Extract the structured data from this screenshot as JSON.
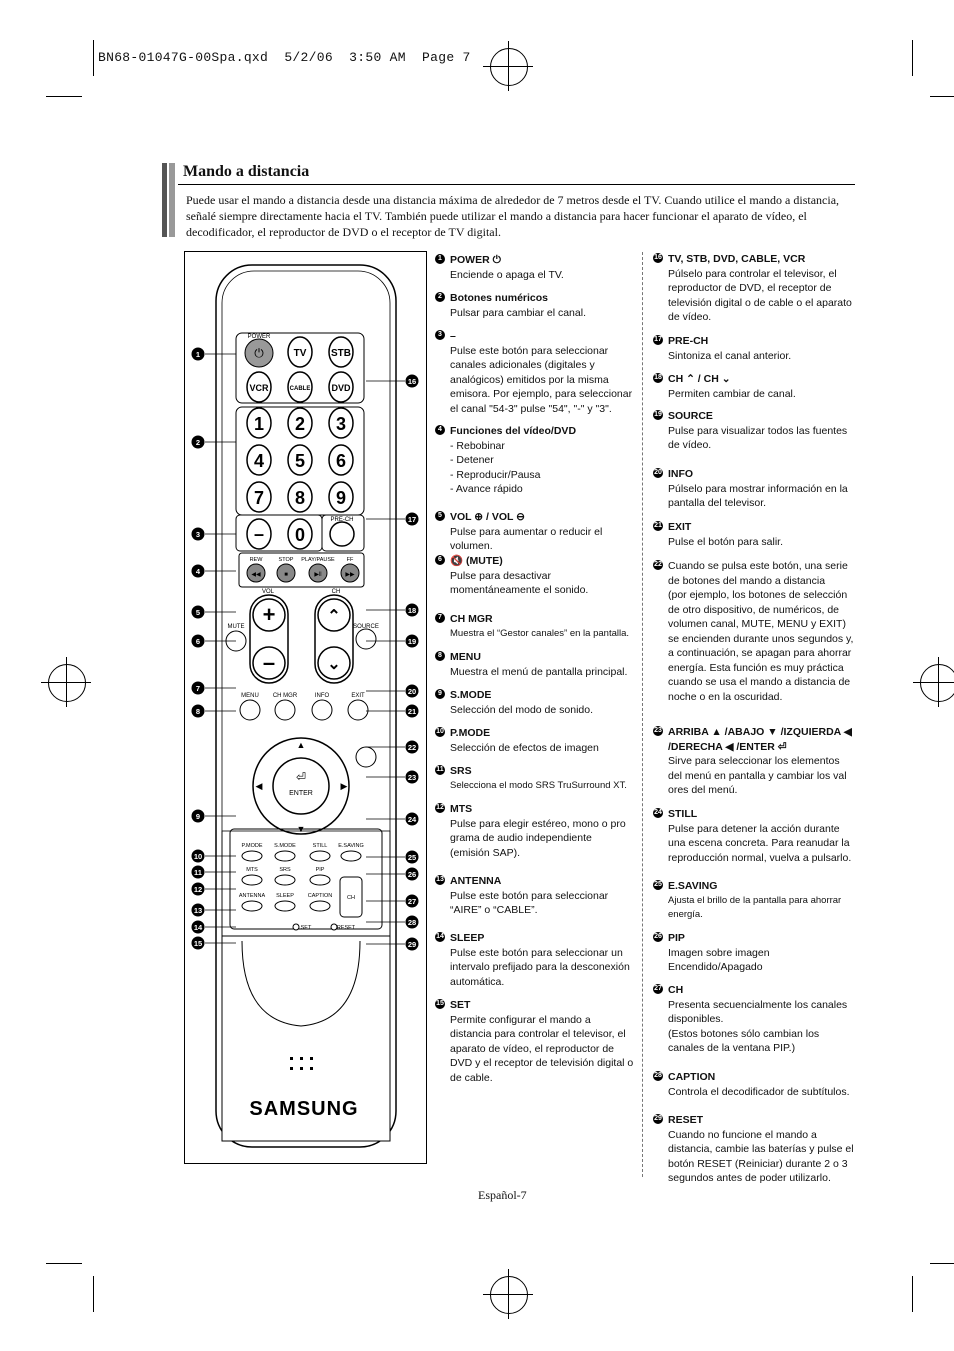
{
  "file_header": "BN68-01047G-00Spa.qxd  5/2/06  3:50 AM  Page 7",
  "section_title": "Mando a distancia",
  "intro": "Puede usar el mando a distancia desde una distancia máxima de alrededor de 7 metros desde el TV. Cuando utilice el mando a distancia, señalé siempre directamente hacia el TV. También puede utilizar el mando a distancia para hacer funcionar el aparato de vídeo, el decodificador, el reproductor de DVD o el receptor de TV digital.",
  "remote": {
    "brand": "SAMSUNG",
    "labels": {
      "power": "POWER",
      "tv": "TV",
      "stb": "STB",
      "vcr": "VCR",
      "cable": "CABLE",
      "dvd": "DVD",
      "digits": [
        "1",
        "2",
        "3",
        "4",
        "5",
        "6",
        "7",
        "8",
        "9"
      ],
      "zero": "0",
      "dash": "–",
      "prech": "PRE-CH",
      "rew": "REW",
      "stop": "STOP",
      "playpause": "PLAY/PAUSE",
      "ff": "FF",
      "vol": "VOL",
      "ch": "CH",
      "mute": "MUTE",
      "source": "SOURCE",
      "menu": "MENU",
      "chmgr": "CH MGR",
      "info": "INFO",
      "exit": "EXIT",
      "enter": "ENTER",
      "pmode": "P.MODE",
      "smode": "S.MODE",
      "still": "STILL",
      "esaving": "E.SAVING",
      "mts": "MTS",
      "srs": "SRS",
      "pip": "PIP",
      "antenna": "ANTENNA",
      "sleep": "SLEEP",
      "caption": "CAPTION",
      "set": "SET",
      "reset": "RESET"
    },
    "callouts_left": [
      "1",
      "2",
      "3",
      "4",
      "5",
      "6",
      "7",
      "8",
      "9",
      "10",
      "11",
      "12",
      "13",
      "14",
      "15"
    ],
    "callouts_right": [
      "16",
      "17",
      "18",
      "19",
      "20",
      "21",
      "22",
      "23",
      "24",
      "25",
      "26",
      "27",
      "28",
      "29"
    ]
  },
  "left_items": [
    {
      "n": "1",
      "head": "POWER ⏻",
      "body": [
        "Enciende o apaga el TV."
      ]
    },
    {
      "n": "2",
      "head": "Botones numéricos",
      "body": [
        "Pulsar para cambiar el canal."
      ]
    },
    {
      "n": "3",
      "head": "–",
      "body": [
        "Pulse este botón para seleccionar",
        "canales adicionales (digitales y",
        "analógicos) emitidos por la misma",
        "emisora. Por ejemplo, para seleccionar",
        "el canal \"54-3\" pulse \"54\", \"-\" y \"3\"."
      ]
    },
    {
      "n": "4",
      "head": "Funciones del vídeo/DVD",
      "body": [
        "- Rebobinar",
        "- Detener",
        "- Reproducir/Pausa",
        "- Avance rápido"
      ]
    },
    {
      "n": "5",
      "head": "VOL ⊕ / VOL ⊖",
      "body": [
        "Pulse para aumentar o reducir el",
        "volumen."
      ]
    },
    {
      "n": "6",
      "head": "🔇 (MUTE)",
      "body": [
        "Pulse para desactivar",
        "momentáneamente el sonido."
      ]
    },
    {
      "n": "7",
      "head": "CH MGR",
      "body": [
        "Muestra el “Gestor canales” en la pantalla."
      ],
      "small": true
    },
    {
      "n": "8",
      "head": "MENU",
      "body": [
        "Muestra el menú de pantalla principal."
      ]
    },
    {
      "n": "9",
      "head": "S.MODE",
      "body": [
        "Selección del modo de sonido."
      ]
    },
    {
      "n": "10",
      "head": "P.MODE",
      "body": [
        "Selección de efectos de imagen"
      ]
    },
    {
      "n": "11",
      "head": "SRS",
      "body": [
        "Selecciona el modo SRS TruSurround XT."
      ],
      "small": true
    },
    {
      "n": "12",
      "head": "MTS",
      "body": [
        "Pulse para elegir estéreo, mono o pro",
        "grama de audio independiente",
        "(emisión SAP)."
      ]
    },
    {
      "n": "13",
      "head": "ANTENNA",
      "body": [
        "Pulse este botón para seleccionar",
        "“AIRE” o “CABLE”."
      ]
    },
    {
      "n": "14",
      "head": "SLEEP",
      "body": [
        "Pulse este botón para seleccionar un",
        "intervalo prefijado para la desconexión",
        "automática."
      ]
    },
    {
      "n": "15",
      "head": "SET",
      "body": [
        " Permite configurar el mando a",
        "distancia para controlar el televisor, el",
        "aparato de vídeo, el reproductor de",
        "DVD y el receptor de televisión digital o",
        " de cable."
      ]
    }
  ],
  "right_items": [
    {
      "n": "16",
      "head": "TV, STB, DVD, CABLE, VCR",
      "body": [
        "Púlselo para controlar el televisor, el",
        "reproductor de DVD, el receptor de",
        "televisión digital o de cable o el aparato",
        "de vídeo."
      ]
    },
    {
      "n": "17",
      "head": "PRE-CH",
      "body": [
        "Sintoniza el canal anterior."
      ]
    },
    {
      "n": "18",
      "head": "CH ⌃ / CH ⌄",
      "body": [
        "Permiten cambiar de canal."
      ]
    },
    {
      "n": "19",
      "head": "SOURCE",
      "body": [
        "Pulse para visualizar todos las fuentes",
        "de vídeo."
      ]
    },
    {
      "n": "20",
      "head": "INFO",
      "body": [
        "Púlselo para mostrar información en la",
        "pantalla del televisor."
      ]
    },
    {
      "n": "21",
      "head": "EXIT",
      "body": [
        "Pulse el botón para salir."
      ]
    },
    {
      "n": "22",
      "head": "",
      "body": [
        "Cuando se pulsa este botón, una serie",
        "de botones del mando a distancia",
        "(por ejemplo, los botones de selección",
        "de otro dispositivo, de numéricos, de",
        "volumen canal, MUTE, MENU y  EXIT)",
        "se encienden durante unos segundos y,",
        "a continuación, se apagan para ahorrar",
        "energía. Esta función es muy práctica",
        "cuando se usa el mando a distancia de",
        "noche o en la oscuridad."
      ]
    },
    {
      "n": "23",
      "head": "ARRIBA ▲ /ABAJO ▼ /IZQUIERDA ◀",
      "body": [
        "/DERECHA ◀ /ENTER ⏎"
      ],
      "bodybold": true,
      "extra": [
        "Sirve para seleccionar los elementos",
        "del menú en pantalla y cambiar los val",
        "ores del menú."
      ]
    },
    {
      "n": "24",
      "head": "STILL",
      "body": [
        "Pulse para detener la acción durante",
        "una escena concreta. Para reanudar la",
        "reproducción normal, vuelva a pulsarlo."
      ]
    },
    {
      "n": "25",
      "head": "E.SAVING",
      "body": [
        "Ajusta el brillo de la pantalla para ahorrar",
        "energía."
      ],
      "small": true
    },
    {
      "n": "26",
      "head": "PIP",
      "body": [
        "Imagen sobre imagen",
        "Encendido/Apagado"
      ]
    },
    {
      "n": "27",
      "head": "CH",
      "body": [
        "Presenta secuencialmente los canales",
        "disponibles.",
        "(Estos botones sólo cambian los",
        "canales de la ventana PIP.)"
      ]
    },
    {
      "n": "28",
      "head": "CAPTION",
      "body": [
        "Controla el decodificador de subtítulos."
      ]
    },
    {
      "n": "29",
      "head": "RESET",
      "body": [
        "Cuando no funcione el mando a",
        "distancia, cambie las baterías y pulse el",
        "botón RESET (Reiniciar) durante 2 o 3",
        "segundos antes de poder utilizarlo."
      ]
    }
  ],
  "footer": "Español-7"
}
